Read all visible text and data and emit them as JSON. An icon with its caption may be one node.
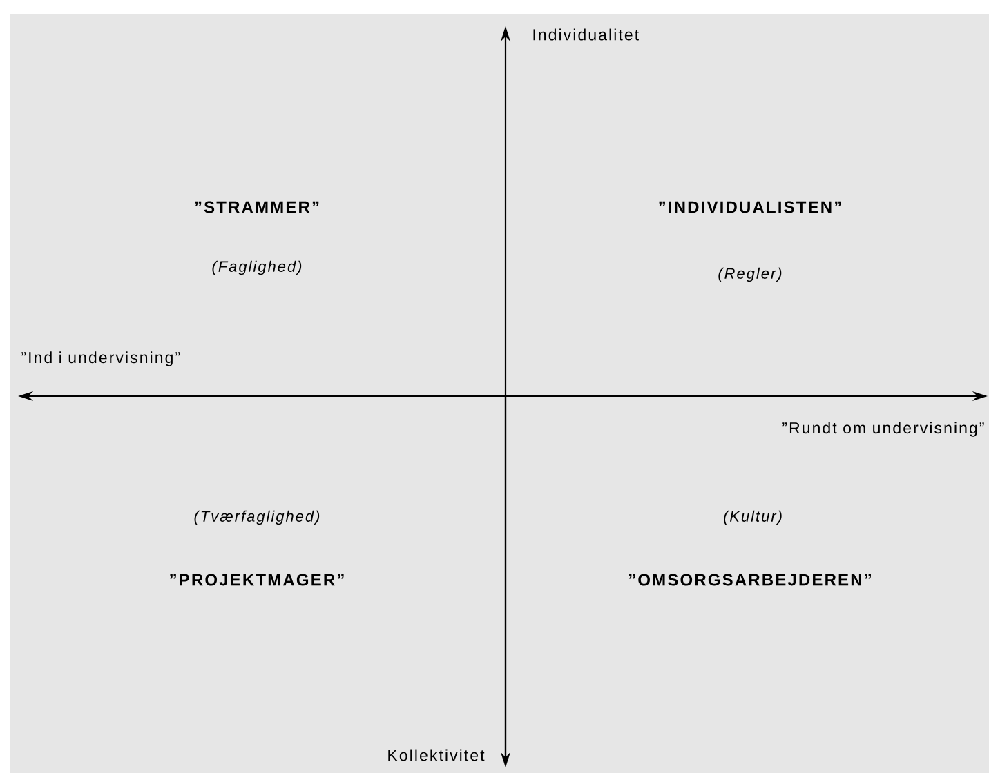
{
  "diagram": {
    "labels": [
      "Individualitet",
      "”STRAMMER”",
      "”INDIVIDUALISTEN”",
      "(Faglighed)",
      "(Regler)",
      "”Ind i undervisning”",
      "”Rundt om undervisning”",
      "(Tværfaglighed)",
      "(Kultur)",
      "”PROJEKTMAGER”",
      "”OMSORGSARBEJDEREN”",
      "Kollektivitet"
    ]
  }
}
